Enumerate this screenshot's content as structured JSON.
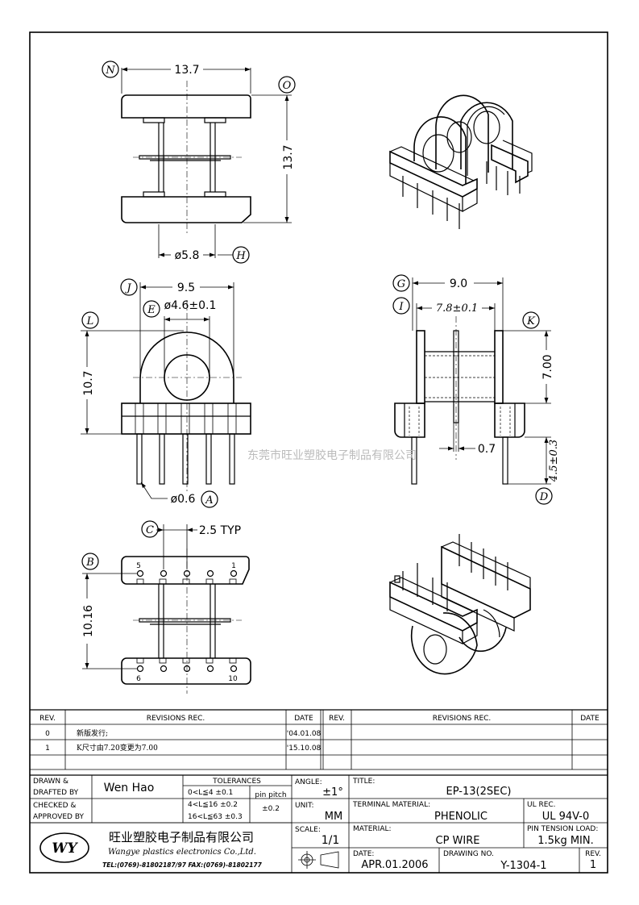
{
  "dims": {
    "top_width": "13.7",
    "top_height": "13.7",
    "top_core_dia": "ø5.8",
    "front_flange_width": "9.5",
    "front_hole_dia": "ø4.6±0.1",
    "front_height": "10.7",
    "pin_dia": "ø0.6",
    "side_width": "9.0",
    "side_inner": "7.8±0.1",
    "side_height": "7.00",
    "side_slot": "0.7",
    "pin_length": "4.5±0.3",
    "pin_pitch": "2.5 TYP",
    "pin_row_spacing": "10.16"
  },
  "callouts": [
    "N",
    "O",
    "H",
    "J",
    "E",
    "L",
    "A",
    "G",
    "I",
    "K",
    "D",
    "C",
    "B"
  ],
  "pin_numbers": [
    "5",
    "1",
    "6",
    "10"
  ],
  "watermark": "东莞市旺业塑胶电子制品有限公司",
  "revisions": {
    "headers": [
      "REV.",
      "REVISIONS  REC.",
      "DATE",
      "REV.",
      "REVISIONS  REC.",
      "DATE"
    ],
    "rows": [
      {
        "rev": "0",
        "rec": "新版发行;",
        "date": "'04.01.08"
      },
      {
        "rev": "1",
        "rec": "K尺寸由7.20变更为7.00",
        "date": "'15.10.08"
      }
    ]
  },
  "title_block": {
    "drawn_label1": "DRAWN &",
    "drawn_label2": "DRAFTED BY",
    "drawn_by": "Wen Hao",
    "checked_label1": "CHECKED &",
    "checked_label2": "APPROVED BY",
    "tolerances_label": "TOLERANCES",
    "tol_rows": [
      "0<L≦4   ±0.1",
      "4<L≦16  ±0.2",
      "16<L≦63 ±0.3"
    ],
    "pin_pitch_label": "pin pitch",
    "pin_pitch_tol": "±0.2",
    "angle_label": "ANGLE:",
    "angle_value": "±1°",
    "unit_label": "UNIT:",
    "unit_value": "MM",
    "scale_label": "SCALE:",
    "scale_value": "1/1",
    "title_label": "TITLE:",
    "title_value": "EP-13(2SEC)",
    "terminal_label": "TERMINAL MATERIAL:",
    "terminal_value": "PHENOLIC",
    "ul_label": "UL REC.",
    "ul_value": "UL 94V-0",
    "material_label": "MATERIAL:",
    "material_value": "CP WIRE",
    "tension_label": "PIN TENSION LOAD:",
    "tension_value": "1.5kg MIN.",
    "date_label": "DATE:",
    "date_value": "APR.01.2006",
    "drawing_no_label": "DRAWING NO.",
    "drawing_no_value": "Y-1304-1",
    "rev_label": "REV.",
    "rev_value": "1",
    "company_logo": "WY",
    "company_cn": "旺业塑胶电子制品有限公司",
    "company_en": "Wangye plastics electronics Co.,Ltd.",
    "company_tel": "TEL:(0769)-81802187/97  FAX:(0769)-81802177"
  }
}
